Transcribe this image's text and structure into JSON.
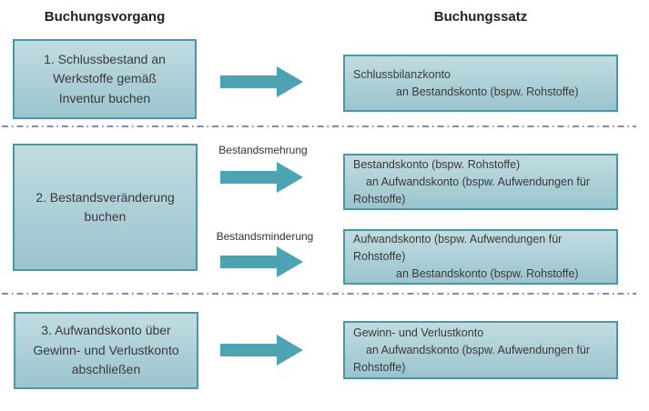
{
  "headers": {
    "left": "Buchungsvorgang",
    "right": "Buchungssatz"
  },
  "colors": {
    "box_border": "#4a97a6",
    "box_fill_top": "#c1dce1",
    "box_fill_bottom": "#9bc4ce",
    "arrow": "#4da3b1",
    "divider": "#5a61a9",
    "text": "#3a3a3a"
  },
  "sections": [
    {
      "process_lines": [
        "1. Schlussbestand an",
        "Werkstoffe gemäß",
        "Inventur buchen"
      ],
      "entries": [
        {
          "label": "",
          "lines": [
            "Schlussbilanzkonto",
            "an Bestandskonto (bspw. Rohstoffe)"
          ]
        }
      ]
    },
    {
      "process_lines": [
        "2. Bestandsveränderung",
        "buchen"
      ],
      "entries": [
        {
          "label": "Bestandsmehrung",
          "lines": [
            "Bestandskonto (bspw. Rohstoffe)",
            "an Aufwandskonto (bspw. Aufwendungen für",
            "Rohstoffe)"
          ]
        },
        {
          "label": "Bestandsminderung",
          "lines": [
            "Aufwandskonto (bspw. Aufwendungen für",
            "Rohstoffe)",
            "an Bestandskonto (bspw. Rohstoffe)"
          ]
        }
      ]
    },
    {
      "process_lines": [
        "3. Aufwandskonto über",
        "Gewinn- und Verlustkonto",
        "abschließen"
      ],
      "entries": [
        {
          "label": "",
          "lines": [
            "Gewinn- und Verlustkonto",
            "an Aufwandskonto (bspw. Aufwendungen für",
            "Rohstoffe)"
          ]
        }
      ]
    }
  ]
}
